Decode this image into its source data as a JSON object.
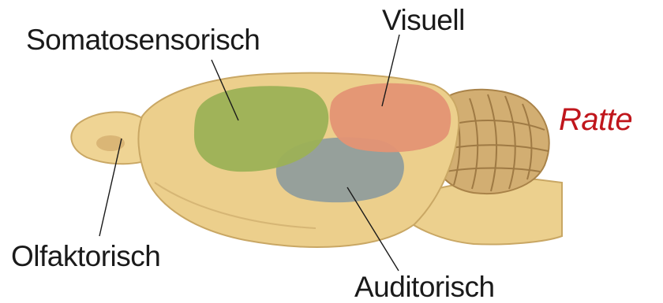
{
  "title": "Ratte",
  "labels": {
    "somatosensory": "Somatosensorisch",
    "visual": "Visuell",
    "olfactory": "Olfaktorisch",
    "auditory": "Auditorisch"
  },
  "colors": {
    "brain": "#eccf8c",
    "brain_outline": "#c9a764",
    "somatosensory": "#9cb156",
    "visual": "#e49474",
    "auditory": "#8e9c9c",
    "cerebellum": "#c49c63",
    "title": "#c0161c"
  }
}
